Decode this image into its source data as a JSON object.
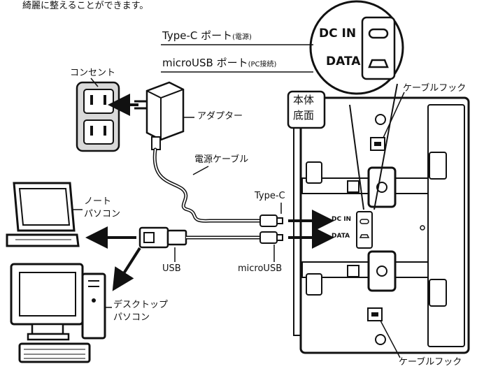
{
  "intro_text": "綺麗に整えることができます。",
  "callouts": {
    "typec_port_main": "Type-C ポート",
    "typec_port_paren": "(電源)",
    "microusb_port_main": "microUSB ポート",
    "microusb_port_paren": "(PC接続)",
    "dc_in": "DC IN",
    "data": "DATA"
  },
  "labels": {
    "outlet": "コンセント",
    "adapter": "アダプター",
    "power_cable": "電源ケーブル",
    "type_c": "Type-C",
    "notebook_line1": "ノート",
    "notebook_line2": "パソコン",
    "usb": "USB",
    "microusb": "microUSB",
    "desktop_line1": "デスクトップ",
    "desktop_line2": "パソコン",
    "body_bottom_line1": "本体",
    "body_bottom_line2": "底面",
    "cable_hook_top": "ケーブルフック",
    "cable_hook_bottom": "ケーブルフック",
    "port_dc_in_small": "DC IN",
    "port_data_small": "DATA"
  },
  "colors": {
    "ink": "#111111",
    "device_fill": "#ffffff",
    "outlet_fill": "#d9d9d9",
    "arrow": "#111111"
  }
}
